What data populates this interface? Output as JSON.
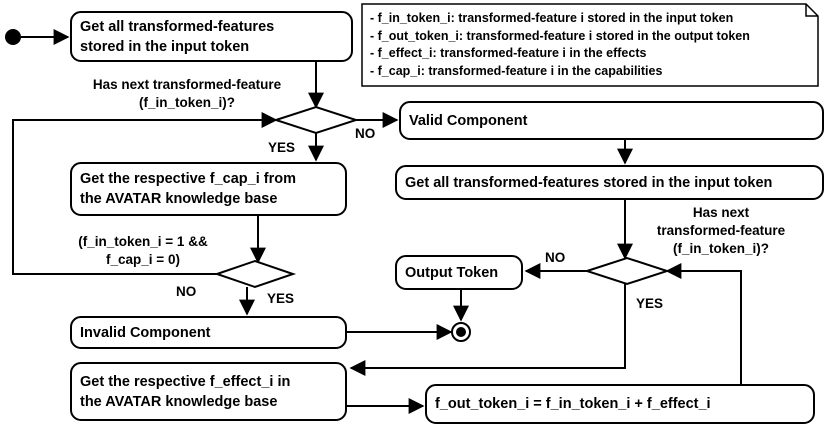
{
  "nodes": {
    "get_in_features": [
      "Get all transformed-features",
      "stored in the input token"
    ],
    "get_cap": [
      "Get the respective f_cap_i from",
      "the AVATAR knowledge base"
    ],
    "invalid": "Invalid Component",
    "get_effect": [
      "Get the respective f_effect_i in",
      "the AVATAR knowledge base"
    ],
    "valid": "Valid Component",
    "get_in_features_2": "Get all transformed-features stored in the input token",
    "output_token": "Output Token",
    "compute_out": "f_out_token_i = f_in_token_i + f_effect_i"
  },
  "labels": {
    "has_next_1": [
      "Has next transformed-feature",
      "(f_in_token_i)?"
    ],
    "yes_1": "YES",
    "no_1": "NO",
    "cond_2": [
      "(f_in_token_i = 1 &&",
      "f_cap_i = 0)"
    ],
    "no_2": "NO",
    "yes_2": "YES",
    "has_next_3": [
      "Has next",
      "transformed-feature",
      "(f_in_token_i)?"
    ],
    "no_3": "NO",
    "yes_3": "YES"
  },
  "legend": [
    "- f_in_token_i: transformed-feature i stored in the input token",
    "- f_out_token_i: transformed-feature i stored in the output token",
    "- f_effect_i: transformed-feature i in the effects",
    "- f_cap_i: transformed-feature i in the capabilities"
  ]
}
